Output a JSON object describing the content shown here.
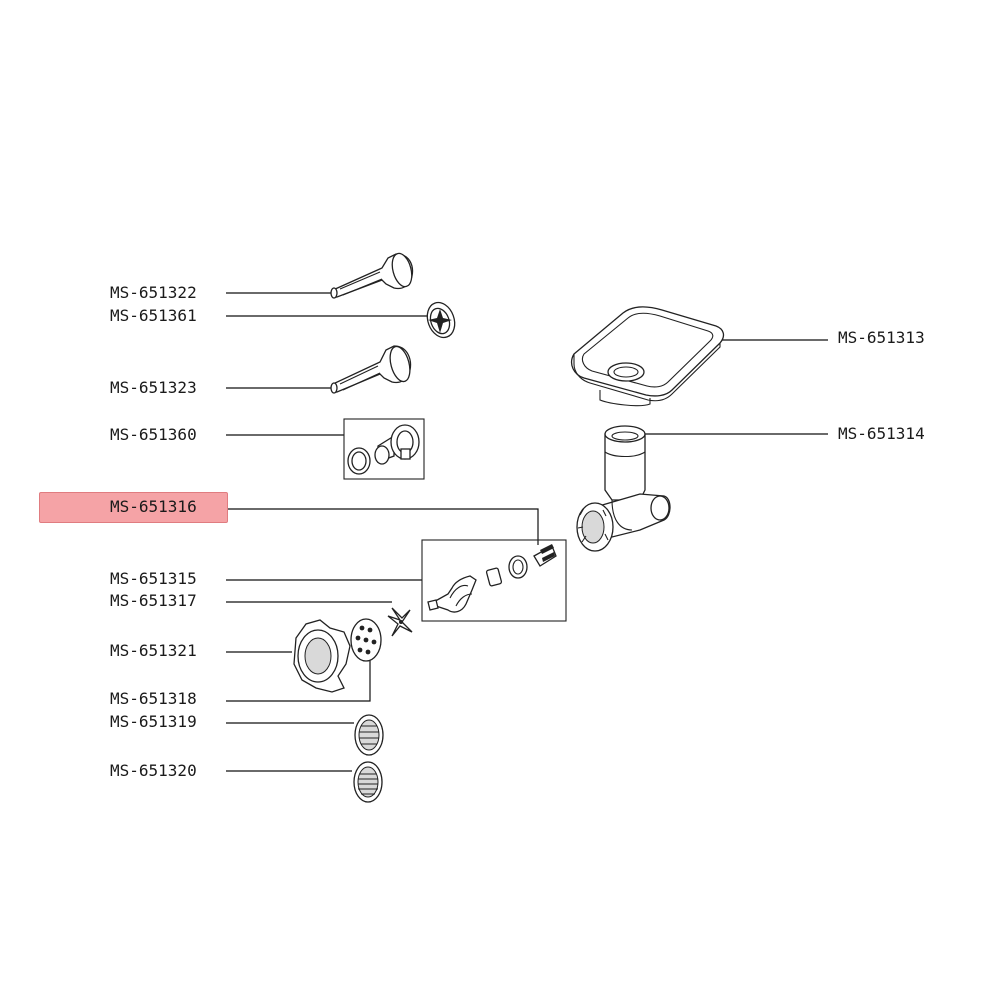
{
  "selected_part": "MS-651316",
  "colors": {
    "highlight": "#f5a3a6",
    "line": "#111111"
  },
  "parts": [
    {
      "id": "p322",
      "code": "MS-651322"
    },
    {
      "id": "p361",
      "code": "MS-651361"
    },
    {
      "id": "p323",
      "code": "MS-651323"
    },
    {
      "id": "p360",
      "code": "MS-651360"
    },
    {
      "id": "p316",
      "code": "MS-651316"
    },
    {
      "id": "p315",
      "code": "MS-651315"
    },
    {
      "id": "p317",
      "code": "MS-651317"
    },
    {
      "id": "p321",
      "code": "MS-651321"
    },
    {
      "id": "p318",
      "code": "MS-651318"
    },
    {
      "id": "p319",
      "code": "MS-651319"
    },
    {
      "id": "p320",
      "code": "MS-651320"
    },
    {
      "id": "p313",
      "code": "MS-651313"
    },
    {
      "id": "p314",
      "code": "MS-651314"
    }
  ]
}
